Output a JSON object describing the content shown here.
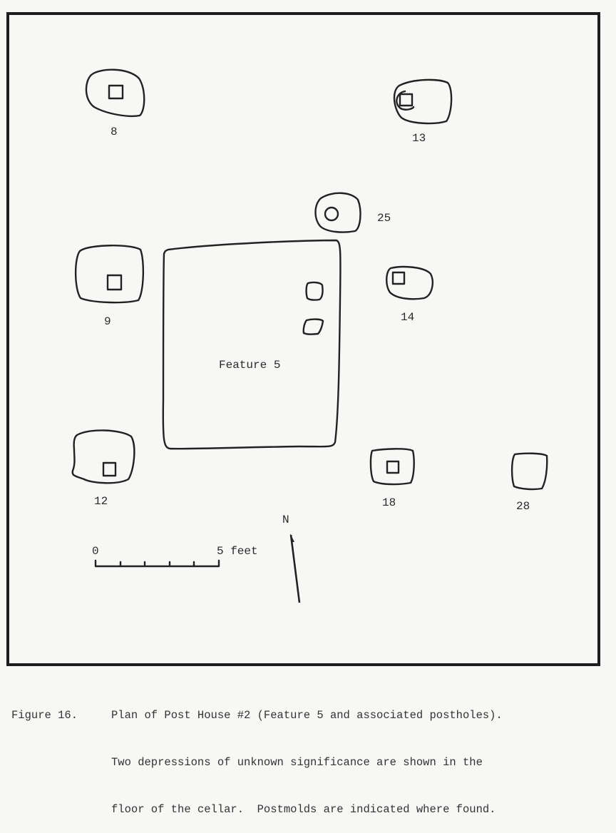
{
  "figure": {
    "feature_label": "Feature 5",
    "postholes": [
      {
        "id": "8",
        "postmold": "square"
      },
      {
        "id": "13",
        "postmold": "square"
      },
      {
        "id": "25",
        "postmold": "circle"
      },
      {
        "id": "9",
        "postmold": "square"
      },
      {
        "id": "14",
        "postmold": "square"
      },
      {
        "id": "12",
        "postmold": "square"
      },
      {
        "id": "18",
        "postmold": "square"
      },
      {
        "id": "28",
        "postmold": "none"
      }
    ],
    "scale": {
      "start_label": "0",
      "end_label": "5 feet",
      "divisions": 5
    },
    "north_label": "N"
  },
  "caption": {
    "number": "Figure 16.",
    "lines": [
      "Plan of Post House #2 (Feature 5 and associated postholes).",
      "Two depressions of unknown significance are shown in the",
      "floor of the cellar.  Postmolds are indicated where found."
    ]
  }
}
